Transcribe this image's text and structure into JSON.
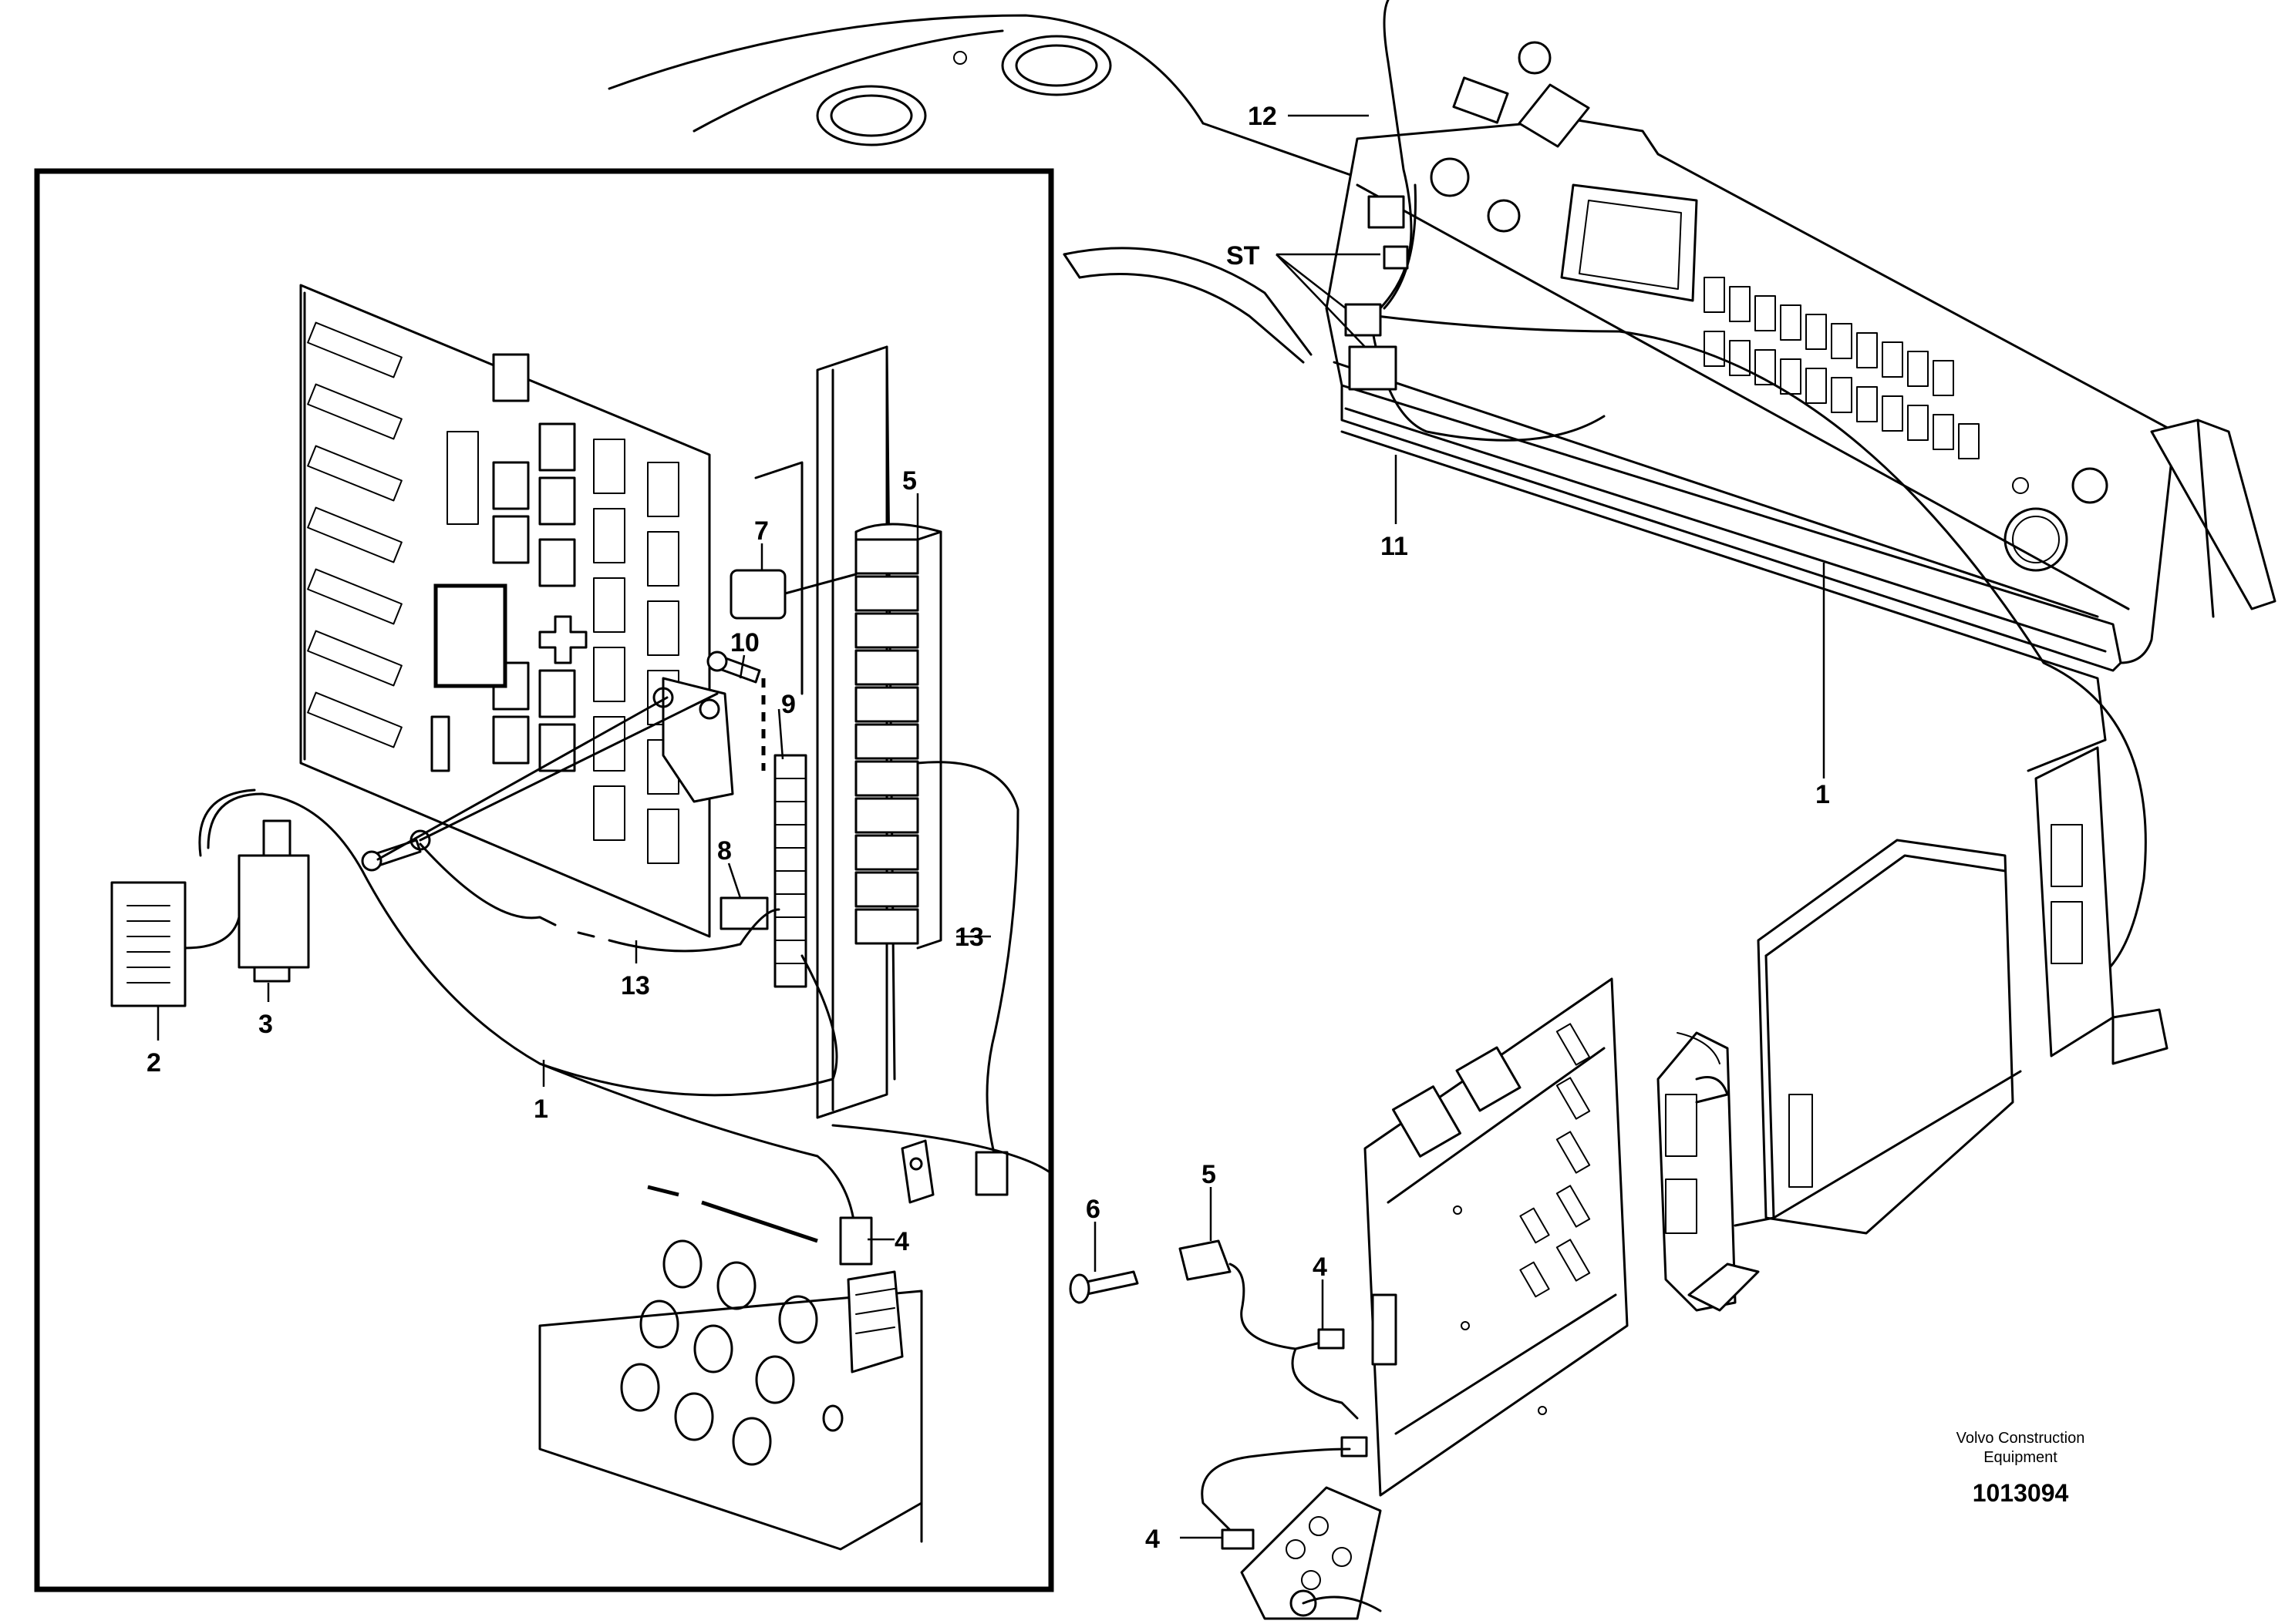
{
  "callouts": {
    "c1_left": "1",
    "c1_right": "1",
    "c2": "2",
    "c3": "3",
    "c4_top": "4",
    "c4_mid": "4",
    "c4_bottom": "4",
    "c5_left": "5",
    "c5_right": "5",
    "c6": "6",
    "c7": "7",
    "c8": "8",
    "c9": "9",
    "c10": "10",
    "c11": "11",
    "c12": "12",
    "c13_left": "13",
    "c13_right": "13",
    "st": "ST"
  },
  "credit": {
    "line1": "Volvo Construction",
    "line2": "Equipment"
  },
  "doc_number": "1013094"
}
